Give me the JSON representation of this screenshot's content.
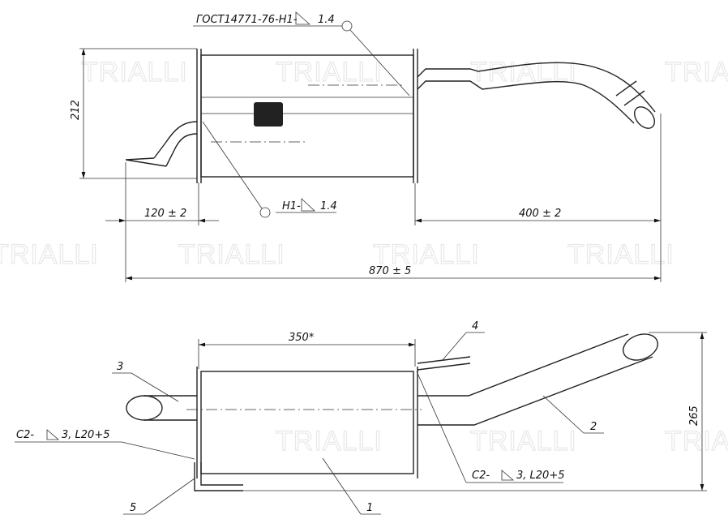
{
  "watermark": "TRIALLI",
  "top_view": {
    "weld_note_top": "ГОСТ14771-76-Н1-",
    "weld_note_top_value": "1.4",
    "weld_note_mid": "Н1-",
    "weld_note_mid_value": "1.4",
    "dim_height": "212",
    "dim_inlet": "120 ± 2",
    "dim_outlet": "400 ± 2",
    "dim_total": "870 ± 5"
  },
  "bottom_view": {
    "dim_body": "350*",
    "dim_height": "265",
    "weld_left": "С2-",
    "weld_left_value": "3, L20+5",
    "weld_right": "С2-",
    "weld_right_value": "3, L20+5",
    "parts": [
      "1",
      "2",
      "3",
      "4",
      "5"
    ]
  }
}
